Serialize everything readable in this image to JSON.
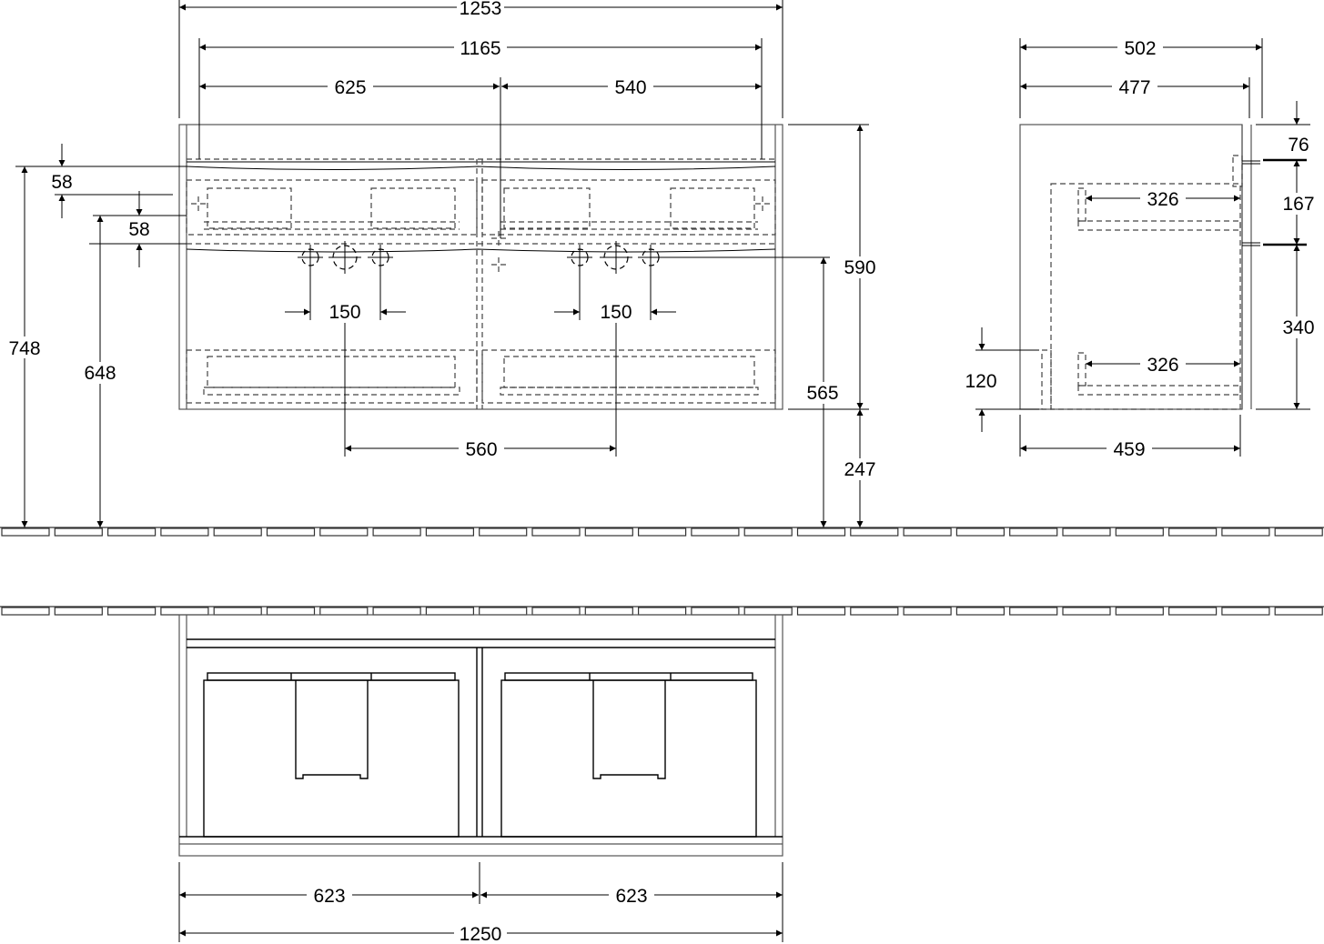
{
  "drawing": {
    "dimensions": {
      "total_width_top": "1253",
      "inner_width": "1165",
      "left_segment": "625",
      "right_segment": "540",
      "side_depth": "502",
      "side_inner_depth": "477",
      "drawer_depth_top": "326",
      "drawer_depth_bottom": "326",
      "side_base_depth": "459",
      "top_offset_left": "58",
      "second_offset_left": "58",
      "overall_height": "748",
      "outlet_height": "648",
      "tap_spacing_left": "150",
      "tap_spacing_right": "150",
      "tap_center_distance": "560",
      "cabinet_height": "590",
      "drain_height": "565",
      "floor_clearance": "247",
      "side_top_gap": "76",
      "side_upper_drawer": "167",
      "side_lower_drawer": "340",
      "side_bottom_gap": "120",
      "bottom_left_width": "623",
      "bottom_right_width": "623",
      "bottom_total_width": "1250"
    }
  }
}
